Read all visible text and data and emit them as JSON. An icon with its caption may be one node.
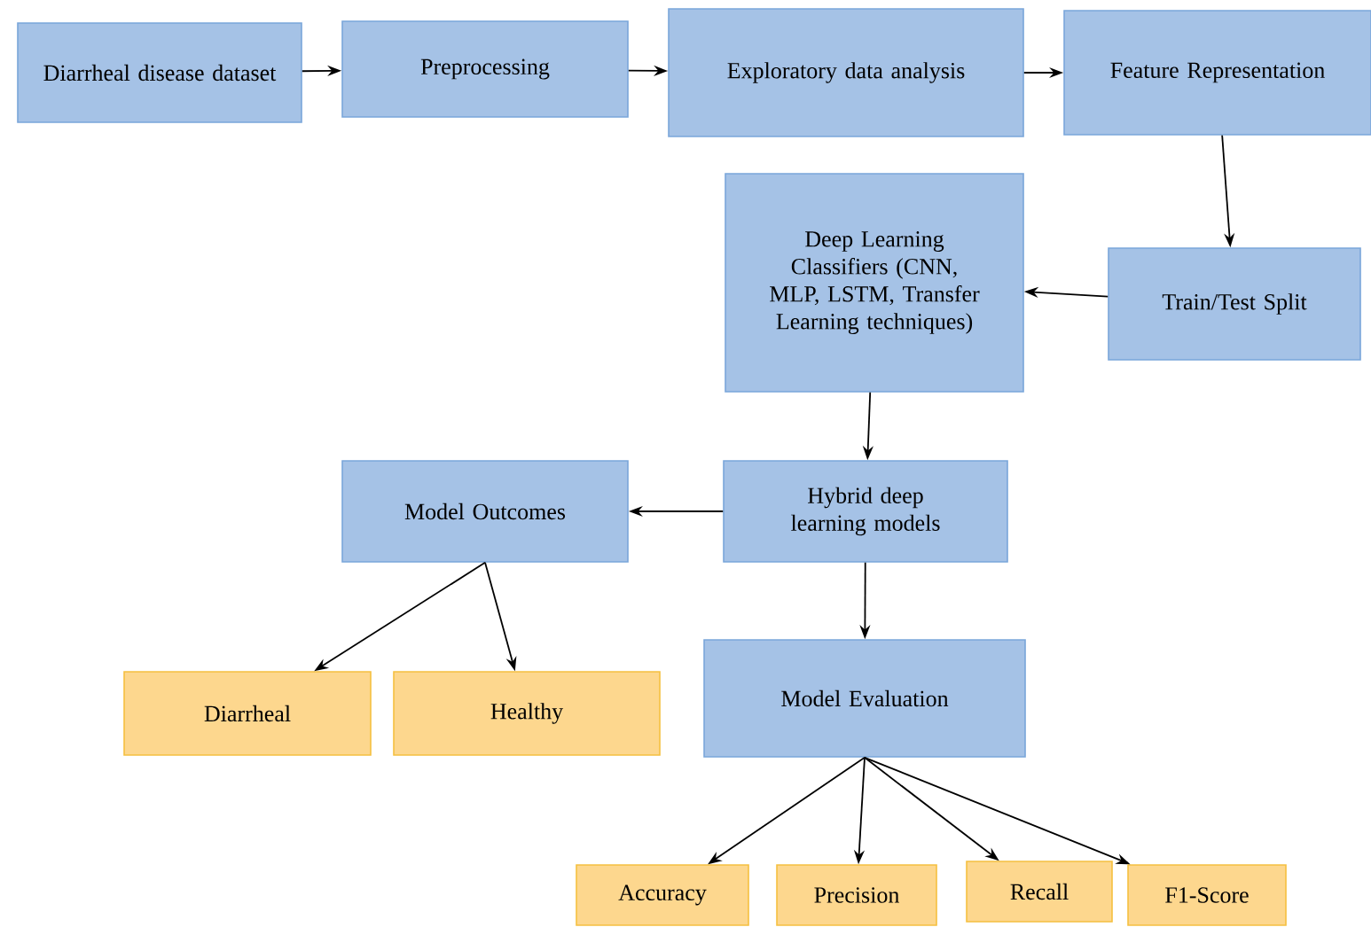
{
  "diagram": {
    "nodes": [
      {
        "text": [
          "Diarrheal disease dataset"
        ]
      },
      {
        "text": [
          "Preprocessing"
        ]
      },
      {
        "text": [
          "Exploratory data analysis"
        ]
      },
      {
        "text": [
          "Feature Representation"
        ]
      },
      {
        "text": [
          "Train/Test Split"
        ]
      },
      {
        "text": [
          "Deep Learning Classifiers (CNN, MLP, LSTM, Transfer Learning techniques)"
        ]
      },
      {
        "text": [
          "Hybrid deep learning models"
        ]
      },
      {
        "text": [
          "Model Outcomes"
        ]
      },
      {
        "text": [
          "Diarrheal"
        ]
      },
      {
        "text": [
          "Healthy"
        ]
      },
      {
        "text": [
          "Model Evaluation"
        ]
      },
      {
        "text": [
          "Accuracy"
        ]
      },
      {
        "text": [
          "Precision"
        ]
      },
      {
        "text": [
          "Recall"
        ]
      },
      {
        "text": [
          "F1-Score"
        ]
      }
    ],
    "edges": [
      {
        "from": 0,
        "to": 1,
        "arrow": "to"
      },
      {
        "from": 1,
        "to": 2,
        "arrow": "to"
      },
      {
        "from": 2,
        "to": 3,
        "arrow": "to"
      },
      {
        "from": 3,
        "to": 4,
        "arrow": "to"
      },
      {
        "from": 4,
        "to": 5,
        "arrow": "to"
      },
      {
        "from": 5,
        "to": 6,
        "arrow": "to"
      },
      {
        "from": 6,
        "to": 7,
        "arrow": "to"
      },
      {
        "from": 7,
        "to": 8,
        "arrow": "to"
      },
      {
        "from": 7,
        "to": 9,
        "arrow": "to"
      },
      {
        "from": 6,
        "to": 10,
        "arrow": "to"
      },
      {
        "from": 10,
        "to": 11,
        "arrow": "to"
      },
      {
        "from": 10,
        "to": 12,
        "arrow": "to"
      },
      {
        "from": 10,
        "to": 13,
        "arrow": "to"
      },
      {
        "from": 10,
        "to": 14,
        "arrow": "to"
      }
    ]
  }
}
